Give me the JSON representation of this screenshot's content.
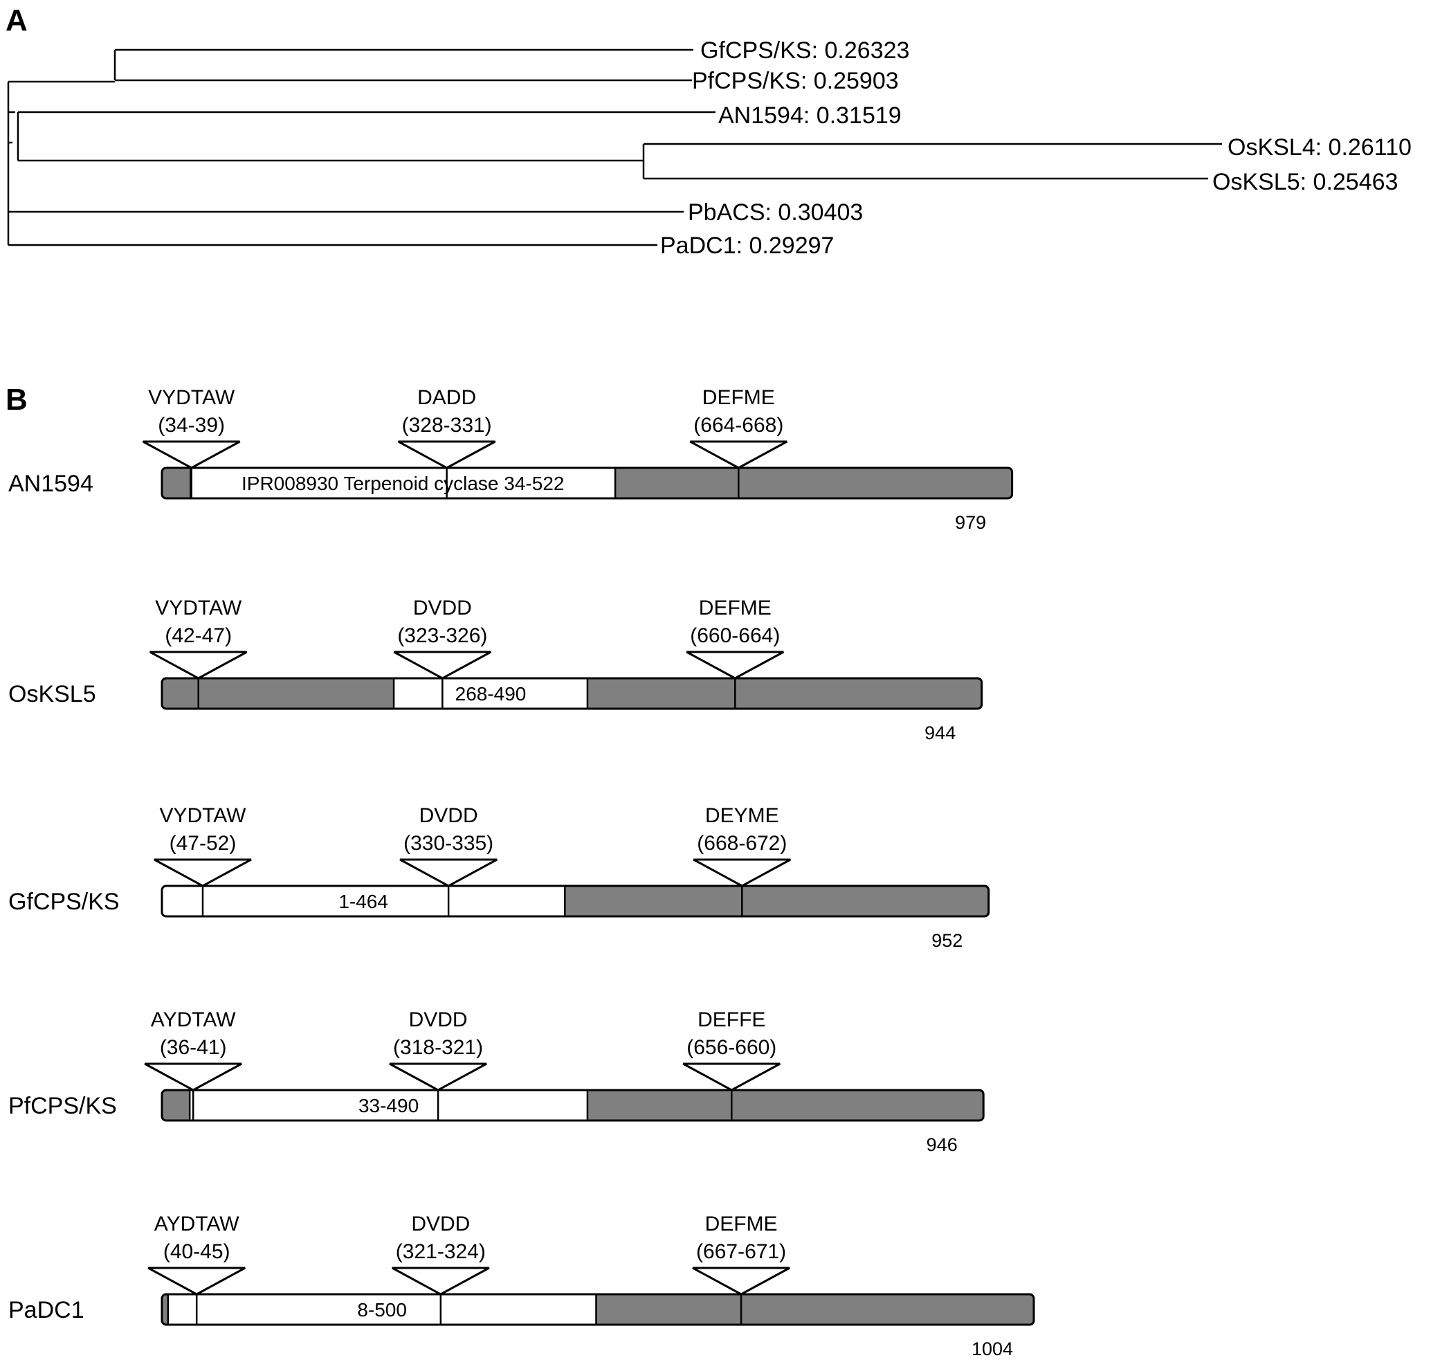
{
  "panel_a": {
    "label": "A",
    "leaves": [
      {
        "name": "GfCPS/KS",
        "value": "0.26323"
      },
      {
        "name": "PfCPS/KS",
        "value": "0.25903"
      },
      {
        "name": "AN1594",
        "value": "0.31519"
      },
      {
        "name": "OsKSL4",
        "value": "0.26110"
      },
      {
        "name": "OsKSL5",
        "value": "0.25463"
      },
      {
        "name": "PbACS",
        "value": "0.30403"
      },
      {
        "name": "PaDC1",
        "value": "0.29297"
      }
    ]
  },
  "panel_b": {
    "label": "B",
    "scale_max_aa": 1004,
    "colors": {
      "domain_region": "#ffffff",
      "other_region": "#808080",
      "outline": "#000000"
    },
    "proteins": [
      {
        "name": "AN1594",
        "length": 979,
        "domain": {
          "start": 34,
          "end": 522,
          "label": "IPR008930 Terpenoid cyclase 34-522"
        },
        "motifs": [
          {
            "seq": "VYDTAW",
            "range": "(34-39)",
            "pos": 34
          },
          {
            "seq": "DADD",
            "range": "(328-331)",
            "pos": 328
          },
          {
            "seq": "DEFME",
            "range": "(664-668)",
            "pos": 664
          }
        ]
      },
      {
        "name": "OsKSL5",
        "length": 944,
        "domain": {
          "start": 268,
          "end": 490,
          "label": "268-490"
        },
        "motifs": [
          {
            "seq": "VYDTAW",
            "range": "(42-47)",
            "pos": 42
          },
          {
            "seq": "DVDD",
            "range": "(323-326)",
            "pos": 323
          },
          {
            "seq": "DEFME",
            "range": "(660-664)",
            "pos": 660
          }
        ]
      },
      {
        "name": "GfCPS/KS",
        "length": 952,
        "domain": {
          "start": 1,
          "end": 464,
          "label": "1-464"
        },
        "motifs": [
          {
            "seq": "VYDTAW",
            "range": "(47-52)",
            "pos": 47
          },
          {
            "seq": "DVDD",
            "range": "(330-335)",
            "pos": 330
          },
          {
            "seq": "DEYME",
            "range": "(668-672)",
            "pos": 668
          }
        ]
      },
      {
        "name": "PfCPS/KS",
        "length": 946,
        "domain": {
          "start": 33,
          "end": 490,
          "label": "33-490"
        },
        "motifs": [
          {
            "seq": "AYDTAW",
            "range": "(36-41)",
            "pos": 36
          },
          {
            "seq": "DVDD",
            "range": "(318-321)",
            "pos": 318
          },
          {
            "seq": "DEFFE",
            "range": "(656-660)",
            "pos": 656
          }
        ]
      },
      {
        "name": "PaDC1",
        "length": 1004,
        "domain": {
          "start": 8,
          "end": 500,
          "label": "8-500"
        },
        "motifs": [
          {
            "seq": "AYDTAW",
            "range": "(40-45)",
            "pos": 40
          },
          {
            "seq": "DVDD",
            "range": "(321-324)",
            "pos": 321
          },
          {
            "seq": "DEFME",
            "range": "(667-671)",
            "pos": 667
          }
        ]
      }
    ]
  }
}
